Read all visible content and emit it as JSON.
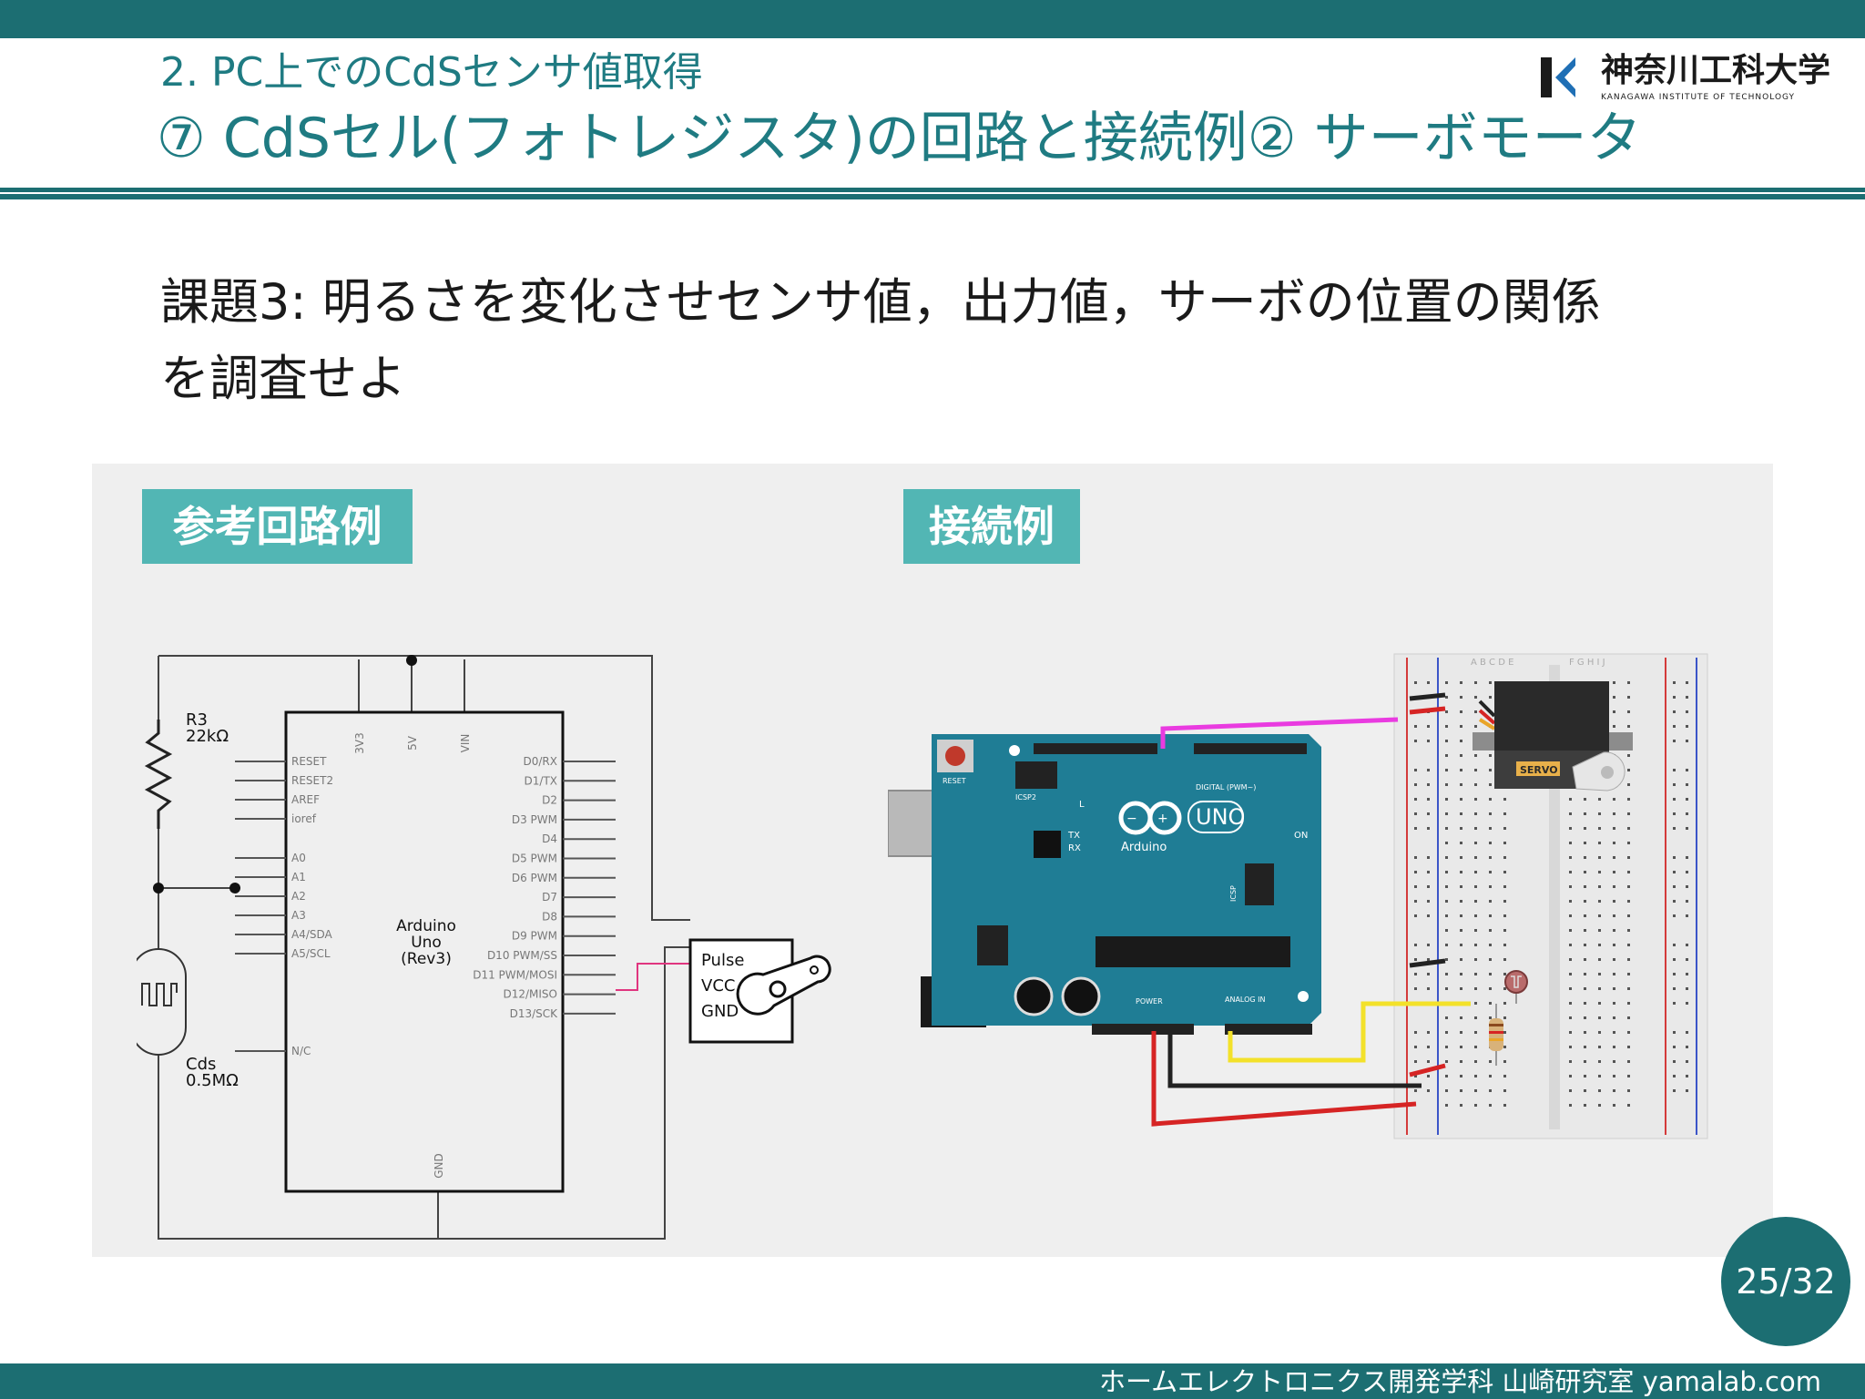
{
  "header": {
    "subtitle": "2. PC上でのCdSセンサ値取得",
    "title": "⑦ CdSセル(フォトレジスタ)の回路と接続例② サーボモータ",
    "logo_jp": "神奈川工科大学",
    "logo_en": "KANAGAWA INSTITUTE OF TECHNOLOGY"
  },
  "body": {
    "task_line1": "課題3: 明るさを変化させセンサ値，出力値，サーボの位置の関係",
    "task_line2": "を調査せよ"
  },
  "figure": {
    "left_tag": "参考回路例",
    "right_tag": "接続例",
    "schematic": {
      "r3_name": "R3",
      "r3_value": "22kΩ",
      "cds_name": "Cds",
      "cds_value": "0.5MΩ",
      "top_pins": [
        "3V3",
        "5V",
        "VIN"
      ],
      "left_pins": [
        "RESET",
        "RESET2",
        "AREF",
        "ioref",
        "A0",
        "A1",
        "A2",
        "A3",
        "A4/SDA",
        "A5/SCL",
        "N/C"
      ],
      "right_pins": [
        "D0/RX",
        "D1/TX",
        "D2",
        "D3 PWM",
        "D4",
        "D5 PWM",
        "D6 PWM",
        "D7",
        "D8",
        "D9 PWM",
        "D10 PWM/SS",
        "D11 PWM/MOSI",
        "D12/MISO",
        "D13/SCK"
      ],
      "board_line1": "Arduino",
      "board_line2": "Uno",
      "board_line3": "(Rev3)",
      "gnd_pin": "GND",
      "servo_pins": [
        "Pulse",
        "VCC",
        "GND"
      ]
    },
    "wiring": {
      "uno_label": "UNO",
      "arduino_label": "Arduino",
      "reset_label": "RESET",
      "icsp2_label": "ICSP2",
      "digital_label": "DIGITAL (PWM~)",
      "analog_label": "ANALOG IN",
      "power_label": "POWER",
      "on_label": "ON",
      "tx_label": "TX",
      "rx_label": "RX",
      "l_label": "L",
      "icsp_label": "ICSP",
      "servo_label": "SERVO",
      "breadboard_cols_left": "A B C D E",
      "breadboard_cols_right": "F G H I J"
    }
  },
  "page": {
    "number": "25/32"
  },
  "footer": {
    "text": "ホームエレクトロニクス開発学科 山崎研究室 yamalab.com"
  },
  "colors": {
    "brand": "#1c6e72",
    "title_text": "#1f7b82",
    "tag_bg": "#52b6b4",
    "panel_bg": "#efefef",
    "arduino_board": "#1f7d95"
  }
}
